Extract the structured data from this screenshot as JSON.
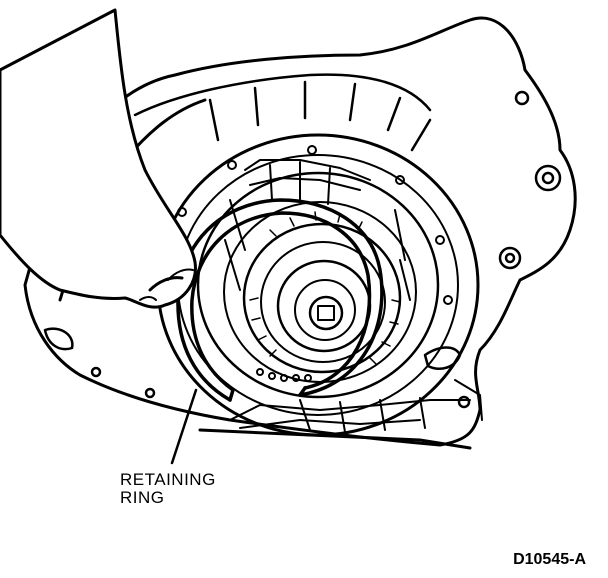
{
  "callout": {
    "line1": "RETAINING",
    "line2": "RING"
  },
  "figure_id": "D10545-A",
  "colors": {
    "ink": "#000000",
    "paper": "#ffffff"
  }
}
